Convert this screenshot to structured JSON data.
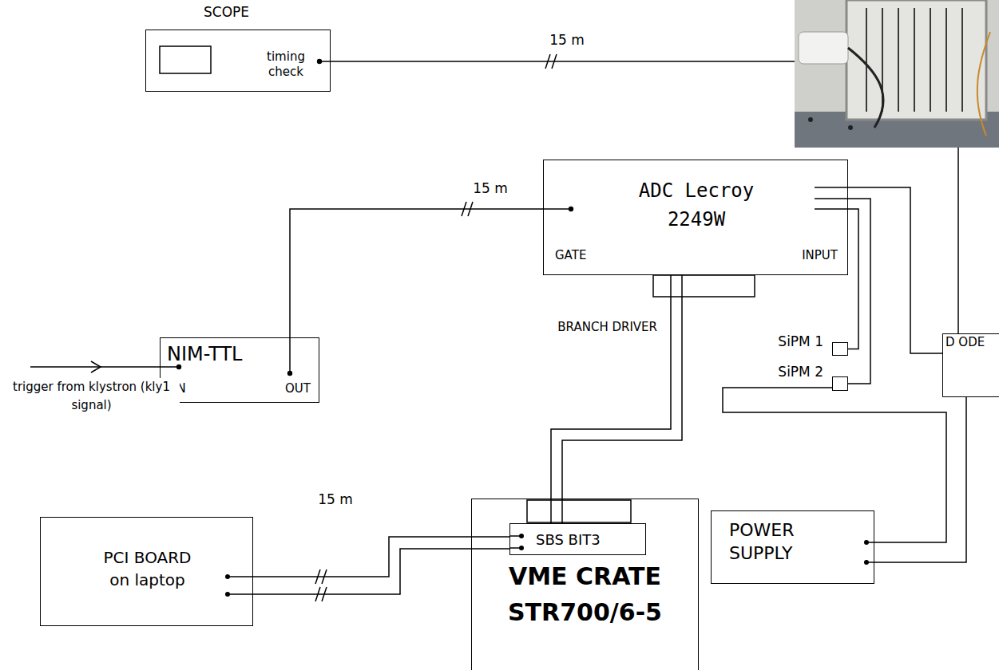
{
  "diagram": {
    "nodes": [
      {
        "text": [
          "SCOPE",
          "timing check"
        ]
      },
      {
        "text": [
          "ADC Lecroy 2249W",
          "GATE",
          "INPUT"
        ]
      },
      {
        "text": [
          "NIM-TTL",
          "IN",
          "OUT"
        ]
      },
      {
        "text": [
          "SiPM 1"
        ]
      },
      {
        "text": [
          "SiPM 2"
        ]
      },
      {
        "text": [
          "D ODE"
        ]
      },
      {
        "text": [
          "PCI BOARD on laptop"
        ]
      },
      {
        "text": [
          "VME CRATE STR700/6-5"
        ]
      },
      {
        "text": [
          "SBS BIT3"
        ],
        "in": 7
      },
      {
        "text": [
          "POWER SUPPLY"
        ]
      }
    ],
    "edges": [
      {
        "from": 2,
        "to": 1,
        "arrow": "none",
        "label": "15 m"
      },
      {
        "from": 1,
        "to": 8,
        "arrow": "none",
        "label": "BRANCH DRIVER"
      },
      {
        "from": 6,
        "to": 8,
        "arrow": "none",
        "label": "15 m"
      },
      {
        "from": 1,
        "to": 3,
        "arrow": "none"
      },
      {
        "from": 1,
        "to": 4,
        "arrow": "none"
      },
      {
        "from": 1,
        "to": 5,
        "arrow": "none"
      },
      {
        "from": 9,
        "to": 4,
        "arrow": "none"
      },
      {
        "from": 9,
        "to": 5,
        "arrow": "none"
      }
    ],
    "labels": [
      "15 m",
      "trigger from klystron (kly1 signal)"
    ]
  }
}
